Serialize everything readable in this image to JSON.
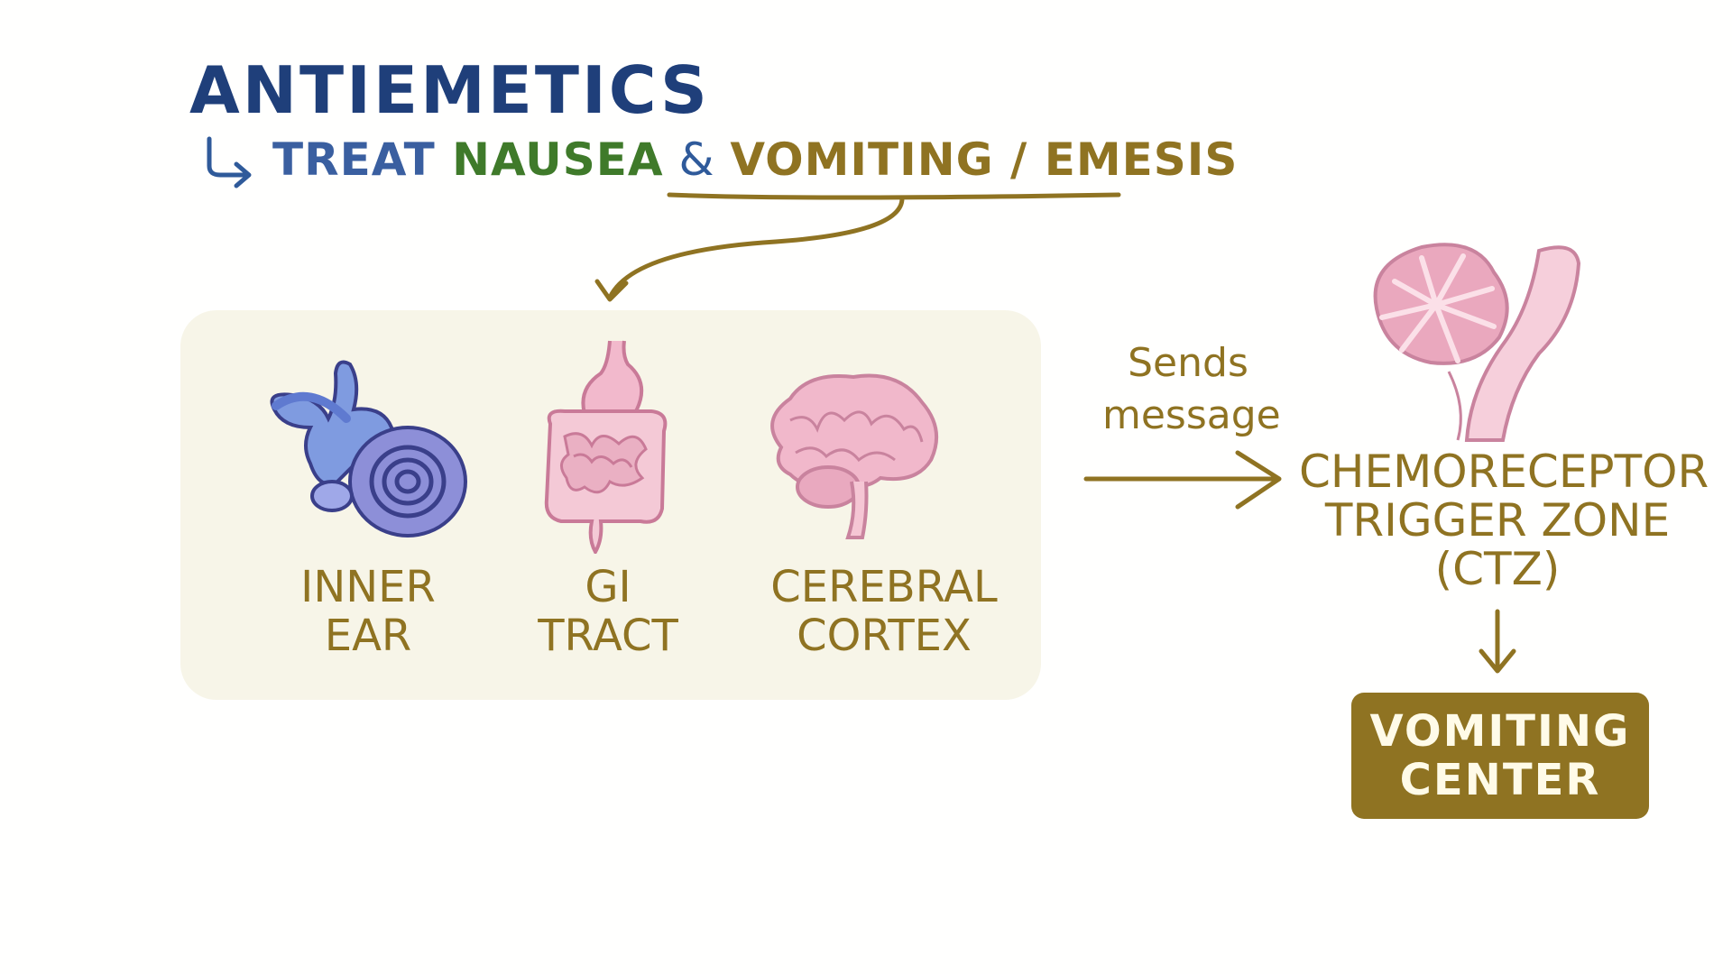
{
  "title": "ANTIEMETICS",
  "subtitle": {
    "prefix": "TREAT ",
    "nausea": "NAUSEA",
    "amp": " & ",
    "vomiting": "VOMITING / EMESIS"
  },
  "organs": [
    {
      "line1": "INNER",
      "line2": "EAR",
      "icon": "inner-ear-icon"
    },
    {
      "line1": "GI",
      "line2": "TRACT",
      "icon": "gi-tract-icon"
    },
    {
      "line1": "CEREBRAL",
      "line2": "CORTEX",
      "icon": "brain-icon"
    }
  ],
  "arrow_label": {
    "line1": "Sends",
    "line2": "message"
  },
  "ctz": {
    "line1": "CHEMORECEPTOR",
    "line2": "TRIGGER ZONE",
    "line3": "(CTZ)",
    "icon": "brainstem-icon"
  },
  "vomiting_center": {
    "line1": "VOMITING",
    "line2": "CENTER"
  },
  "colors": {
    "title": "#1f3f7a",
    "nausea": "#3f7a2a",
    "gold": "#8f7322",
    "panel": "#f7f5e8"
  }
}
